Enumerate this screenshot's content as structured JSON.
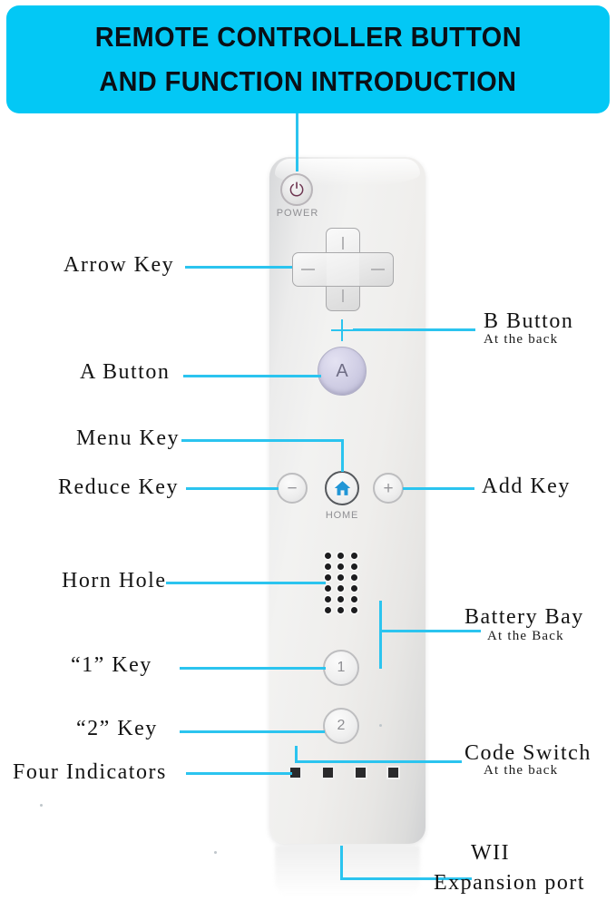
{
  "title": {
    "line1": "REMOTE CONTROLLER  BUTTON",
    "line2": "AND FUNCTION INTRODUCTION",
    "background_color": "#03c8f5",
    "text_color": "#0a0f16"
  },
  "accent_color": "#2bc4ef",
  "device": {
    "name": "Wii Remote Controller",
    "body_color": "#efefed",
    "power": {
      "icon": "power-icon",
      "glyph": "⏻",
      "label": "POWER",
      "icon_color": "#6d3550"
    },
    "dpad": {
      "icon": "dpad-icon"
    },
    "a_button": {
      "glyph": "A",
      "color": "#cfcde4"
    },
    "minus_button": {
      "glyph": "−"
    },
    "plus_button": {
      "glyph": "+"
    },
    "home_button": {
      "icon": "home-icon",
      "label": "HOME",
      "icon_color": "#2196d6"
    },
    "speaker": {
      "icon": "speaker-grille-icon",
      "rows": 6,
      "cols": 3
    },
    "one_button": {
      "glyph": "1"
    },
    "two_button": {
      "glyph": "2"
    },
    "indicators": {
      "count": 4
    }
  },
  "callouts": [
    {
      "id": "arrow-key",
      "label": "Arrow Key",
      "sub": "",
      "side": "left"
    },
    {
      "id": "a-button",
      "label": "A Button",
      "sub": "",
      "side": "left"
    },
    {
      "id": "menu-key",
      "label": "Menu Key",
      "sub": "",
      "side": "left"
    },
    {
      "id": "reduce-key",
      "label": "Reduce Key",
      "sub": "",
      "side": "left"
    },
    {
      "id": "horn-hole",
      "label": "Horn Hole",
      "sub": "",
      "side": "left"
    },
    {
      "id": "one-key",
      "label": "“1”  Key",
      "sub": "",
      "side": "left"
    },
    {
      "id": "two-key",
      "label": "“2” Key",
      "sub": "",
      "side": "left"
    },
    {
      "id": "four-indicators",
      "label": "Four Indicators",
      "sub": "",
      "side": "left"
    },
    {
      "id": "b-button",
      "label": "B Button",
      "sub": "At the back",
      "side": "right"
    },
    {
      "id": "add-key",
      "label": "Add Key",
      "sub": "",
      "side": "right"
    },
    {
      "id": "battery-bay",
      "label": "Battery Bay",
      "sub": "At the Back",
      "side": "right"
    },
    {
      "id": "code-switch",
      "label": "Code Switch",
      "sub": "At the back",
      "side": "right"
    },
    {
      "id": "expansion-port",
      "label": "WII",
      "sub": "Expansion port",
      "side": "right"
    }
  ]
}
